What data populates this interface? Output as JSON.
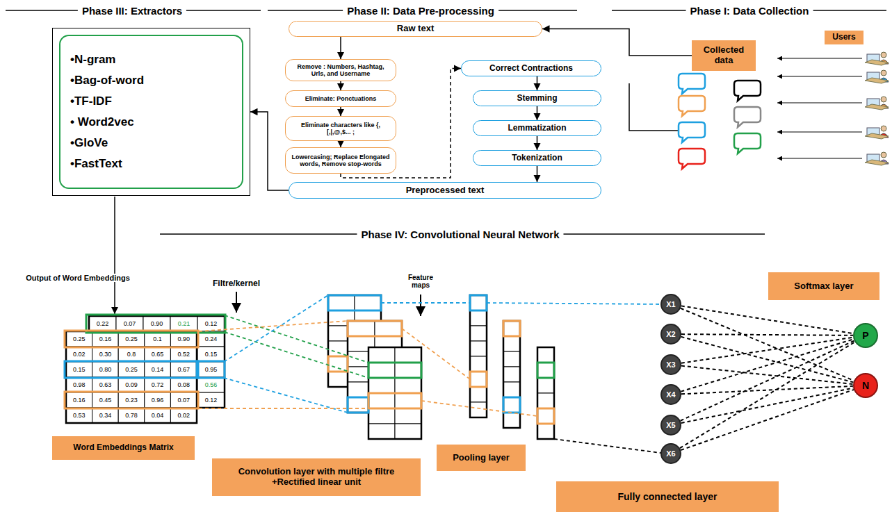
{
  "diagram": {
    "nodes": [
      {
        "text": [
          "•N-gram",
          "•Bag-of-word",
          "•TF-IDF",
          "• Word2vec",
          "•GloVe",
          "•FastText"
        ]
      },
      {
        "text": [
          "Raw text"
        ]
      },
      {
        "text": [
          "Remove : Numbers, Hashtag, Urls, and Username"
        ]
      },
      {
        "text": [
          "Eliminate: Ponctuations"
        ]
      },
      {
        "text": [
          "Eliminate characters like {,[,|,@,$... ;"
        ]
      },
      {
        "text": [
          "Lowercasing; Replace Elongated words, Remove stop-words"
        ]
      },
      {
        "text": [
          "Correct Contractions"
        ]
      },
      {
        "text": [
          "Stemming"
        ]
      },
      {
        "text": [
          "Lemmatization"
        ]
      },
      {
        "text": [
          "Tokenization"
        ]
      },
      {
        "text": [
          "Preprocessed text"
        ]
      },
      {
        "text": [
          "Collected data"
        ]
      },
      {
        "text": [
          "Users"
        ]
      },
      {
        "text": [
          "Softmax layer"
        ]
      },
      {
        "text": [
          "X1"
        ]
      },
      {
        "text": [
          "X2"
        ]
      },
      {
        "text": [
          "X3"
        ]
      },
      {
        "text": [
          "X4"
        ]
      },
      {
        "text": [
          "X5"
        ]
      },
      {
        "text": [
          "X6"
        ]
      },
      {
        "text": [
          "P"
        ]
      },
      {
        "text": [
          "N"
        ]
      },
      {
        "text": [
          "Word Embeddings Matrix"
        ]
      },
      {
        "text": [
          "Convolution layer with multiple filtre +Rectified linear unit"
        ]
      },
      {
        "text": [
          "Pooling layer"
        ]
      },
      {
        "text": [
          "Fully connected layer"
        ]
      }
    ],
    "edges": [
      {
        "from": 1,
        "to": 2,
        "arrow": "to"
      },
      {
        "from": 2,
        "to": 3,
        "arrow": "to"
      },
      {
        "from": 3,
        "to": 4,
        "arrow": "to"
      },
      {
        "from": 4,
        "to": 5,
        "arrow": "to"
      },
      {
        "from": 5,
        "to": 6,
        "arrow": "to"
      },
      {
        "from": 6,
        "to": 7,
        "arrow": "to"
      },
      {
        "from": 7,
        "to": 8,
        "arrow": "to"
      },
      {
        "from": 8,
        "to": 9,
        "arrow": "to"
      },
      {
        "from": 9,
        "to": 10,
        "arrow": "to"
      },
      {
        "from": 10,
        "to": 0,
        "arrow": "to"
      },
      {
        "from": 11,
        "to": 1,
        "arrow": "to"
      },
      {
        "from": 14,
        "to": 20,
        "arrow": "none"
      },
      {
        "from": 14,
        "to": 21,
        "arrow": "none"
      },
      {
        "from": 15,
        "to": 20,
        "arrow": "none"
      },
      {
        "from": 15,
        "to": 21,
        "arrow": "none"
      },
      {
        "from": 16,
        "to": 20,
        "arrow": "none"
      },
      {
        "from": 16,
        "to": 21,
        "arrow": "none"
      },
      {
        "from": 17,
        "to": 20,
        "arrow": "none"
      },
      {
        "from": 17,
        "to": 21,
        "arrow": "none"
      },
      {
        "from": 18,
        "to": 20,
        "arrow": "none"
      },
      {
        "from": 18,
        "to": 21,
        "arrow": "none"
      },
      {
        "from": 19,
        "to": 20,
        "arrow": "none"
      },
      {
        "from": 19,
        "to": 21,
        "arrow": "none"
      }
    ],
    "labels": [
      "Phase III: Extractors",
      "Phase II: Data Pre-processing",
      "Phase I: Data Collection",
      "Phase IV: Convolutional Neural Network",
      "Output of Word Embeddings",
      "Filtre/kernel",
      "Feature maps",
      "0.22",
      "0.07",
      "0.90",
      "0.21",
      "0.12",
      "0.25",
      "0.16",
      "0.25",
      "0.1",
      "0.90",
      "0.24",
      "0.02",
      "0.30",
      "0.8",
      "0.65",
      "0.52",
      "0.15",
      "0.15",
      "0.80",
      "0.25",
      "0.14",
      "0.67",
      "0.95",
      "0.98",
      "0.63",
      "0.09",
      "0.72",
      "0.08",
      "0.56",
      "0.16",
      "0.45",
      "0.23",
      "0.96",
      "0.07",
      "0.12",
      "0.53",
      "0.34",
      "0.78",
      "0.04",
      "0.02"
    ]
  }
}
